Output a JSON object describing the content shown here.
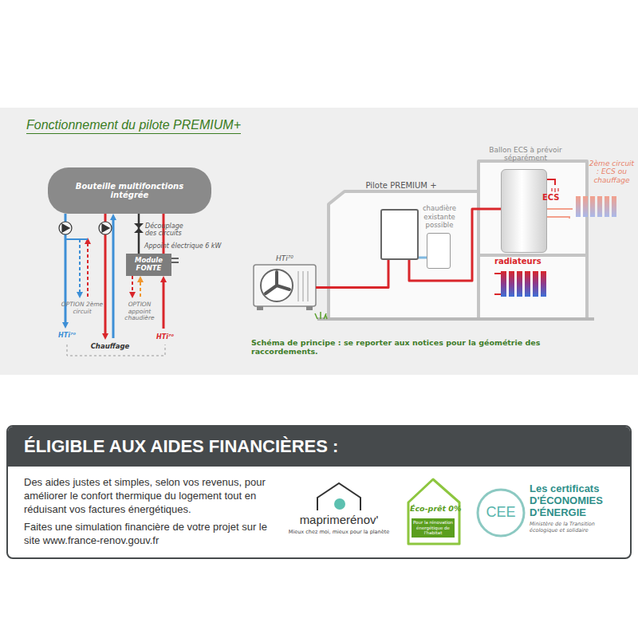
{
  "diagram": {
    "title": "Fonctionnement du pilote PREMIUM+",
    "caption": "Schéma de principe : se reporter aux notices pour la géométrie des raccordements.",
    "nodes": [
      {
        "text": [
          "Bouteille multifonctions intégrée"
        ]
      },
      {
        "text": [
          "Module FONTE"
        ]
      },
      {
        "text": [
          "Pilote PREMIUM +"
        ]
      },
      {
        "text": [
          "chaudière existante possible"
        ]
      },
      {
        "text": [
          "Ballon ECS à prévoir séparément"
        ]
      },
      {
        "text": [
          "HTi⁷⁰"
        ]
      },
      {
        "text": [
          "ÉLIGIBLE AUX AIDES FINANCIÈRES :",
          "Des aides justes et simples, selon vos revenus, pour améliorer le confort thermique du logement tout en réduisant vos factures énergétiques.",
          "Faites une simulation financière de votre projet sur le site www.france-renov.gouv.fr"
        ]
      },
      {
        "text": [
          "maprimerénov'",
          "Mieux chez moi, mieux pour la planète"
        ],
        "in": 6
      },
      {
        "text": [
          "Éco-prêt 0%",
          "Pour la rénovation énergétique de l'habitat"
        ],
        "in": 6
      },
      {
        "text": [
          "CEE",
          "Les certificats D'ÉCONOMIES D'ÉNERGIE",
          "Ministère de la Transition écologique et solidaire"
        ],
        "in": 6
      }
    ],
    "edges": [
      {
        "from": 0,
        "to": 1,
        "arrow": "none"
      },
      {
        "from": 5,
        "to": 2,
        "arrow": "none"
      },
      {
        "from": 2,
        "to": 3,
        "arrow": "none"
      },
      {
        "from": 2,
        "to": 4,
        "arrow": "none"
      }
    ],
    "labels": [
      "Découplage des circuits",
      "Appoint électrique 6 kW",
      "OPTION 2ème circuit",
      "OPTION appoint chaudière",
      "HTi⁷⁰",
      "Chauffage",
      "HTi⁷⁰",
      "ECS",
      "2ème circuit : ECS ou chauffage",
      "radiateurs"
    ]
  }
}
